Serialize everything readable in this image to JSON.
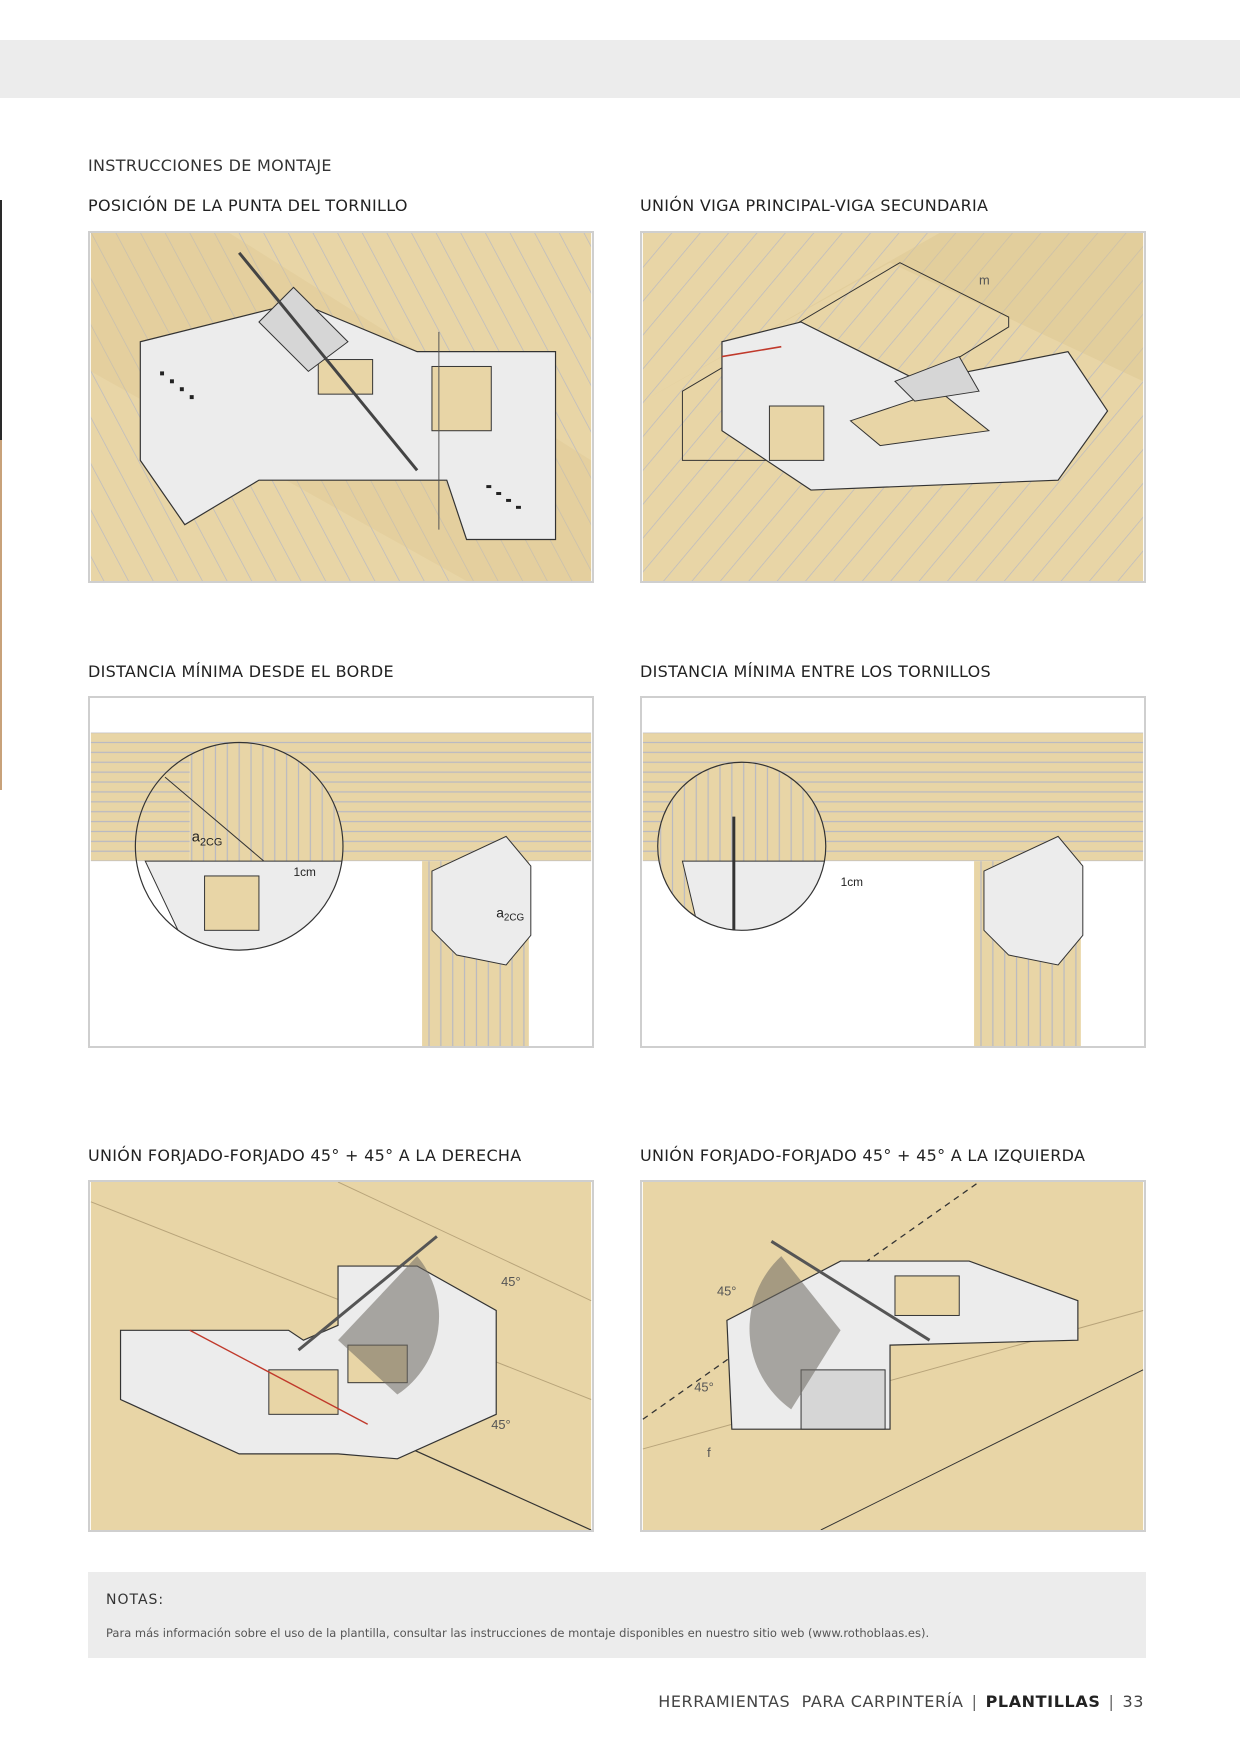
{
  "section_title": "INSTRUCCIONES DE MONTAJE",
  "panels": [
    {
      "caption": "POSICIÓN DE LA PUNTA DEL TORNILLO"
    },
    {
      "caption": "UNIÓN VIGA PRINCIPAL-VIGA SECUNDARIA",
      "labels": {
        "m": "m"
      }
    },
    {
      "caption": "DISTANCIA MÍNIMA DESDE EL BORDE",
      "labels": {
        "a": "a",
        "sub": "2CG",
        "cm": "1cm"
      }
    },
    {
      "caption": "DISTANCIA MÍNIMA ENTRE LOS TORNILLOS",
      "labels": {
        "cm": "1cm"
      }
    },
    {
      "caption": "UNIÓN FORJADO-FORJADO 45° + 45° A LA DERECHA",
      "labels": {
        "deg1": "45°",
        "deg2": "45°"
      }
    },
    {
      "caption": "UNIÓN FORJADO-FORJADO 45° + 45° A LA IZQUIERDA",
      "labels": {
        "deg1": "45°",
        "deg2": "45°",
        "f": "f"
      }
    }
  ],
  "notes": {
    "title": "NOTAS:",
    "text": "Para más información sobre el uso de la plantilla, consultar las instrucciones de montaje disponibles en nuestro sitio web (www.rothoblaas.es)."
  },
  "footer": {
    "section": "HERRAMIENTAS  PARA CARPINTERÍA",
    "chapter": "PLANTILLAS",
    "page": "33"
  },
  "colors": {
    "wood": "#e8d5a6",
    "wood_grain": "#b9b9c2",
    "template": "#ececec",
    "band": "#ececec",
    "border": "#cfcfcf",
    "accent_line": "#c0392b"
  }
}
